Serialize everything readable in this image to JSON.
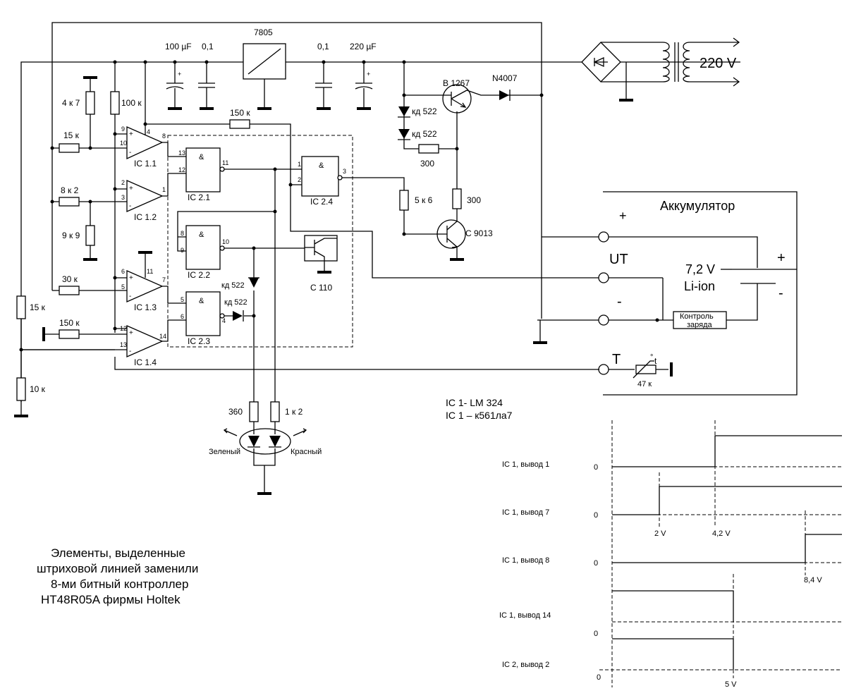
{
  "labels": {
    "c1": "100 µF",
    "c2": "0,1",
    "reg": "7805",
    "c3": "0,1",
    "c4": "220 µF",
    "mains": "220 V",
    "r_4k7": "4 к 7",
    "r_100k": "100 к",
    "r_150k_top": "150 к",
    "r_15k_a": "15 к",
    "r_8k2": "8 к 2",
    "r_9k9": "9 к 9",
    "r_30k": "30 к",
    "r_150k_bot": "150 к",
    "r_15k_left": "15 к",
    "r_10k": "10 к",
    "ic11": "IC 1.1",
    "ic12": "IC 1.2",
    "ic13": "IC 1.3",
    "ic14": "IC 1.4",
    "ic21": "IC 2.1",
    "ic22": "IC 2.2",
    "ic23": "IC 2.3",
    "ic24": "IC 2.4",
    "and": "&",
    "q1": "B 1267",
    "d_n4007": "N4007",
    "kd522": "кд 522",
    "r300a": "300",
    "r300b": "300",
    "r5k6": "5 к 6",
    "q2": "C 9013",
    "q3": "C 110",
    "battery_title": "Аккумулятор",
    "plus": "+",
    "minus": "-",
    "ut": "UT",
    "t": "T",
    "batt_v": "7,2 V",
    "batt_type": "Li-ion",
    "ctrl_1": "Контроль",
    "ctrl_2": "заряда",
    "therm": "47 к",
    "therm_t": "t",
    "r360": "360",
    "r1k2": "1 к 2",
    "green": "Зеленый",
    "red": "Красный",
    "ic_note_1": "IC 1- LM 324",
    "ic_note_2": "IC 1 – к561ла7",
    "note_1": "Элементы, выделенные",
    "note_2": "штриховой линией заменили",
    "note_3": "8-ми битный контроллер",
    "note_4": "HT48R05A фирмы Holtek",
    "pins": {
      "p9": "9",
      "p10": "10",
      "p4": "4",
      "p8": "8",
      "p2": "2",
      "p3": "3",
      "p1": "1",
      "p6": "6",
      "p5": "5",
      "p11": "11",
      "p7": "7",
      "p12": "12",
      "p13": "13",
      "p14": "14"
    }
  },
  "timing": {
    "rows": [
      {
        "label": "IC 1, вывод 1",
        "zero": "0"
      },
      {
        "label": "IC 1, вывод 7",
        "zero": "0"
      },
      {
        "label": "IC 1, вывод 8",
        "zero": "0"
      },
      {
        "label": "IC 1, вывод 14",
        "zero": "0"
      },
      {
        "label": "IC 2, вывод 2",
        "zero": "0"
      }
    ],
    "thresholds": {
      "t1": "2 V",
      "t2": "4,2 V",
      "t3": "8,4 V",
      "t4": "5 V"
    }
  }
}
